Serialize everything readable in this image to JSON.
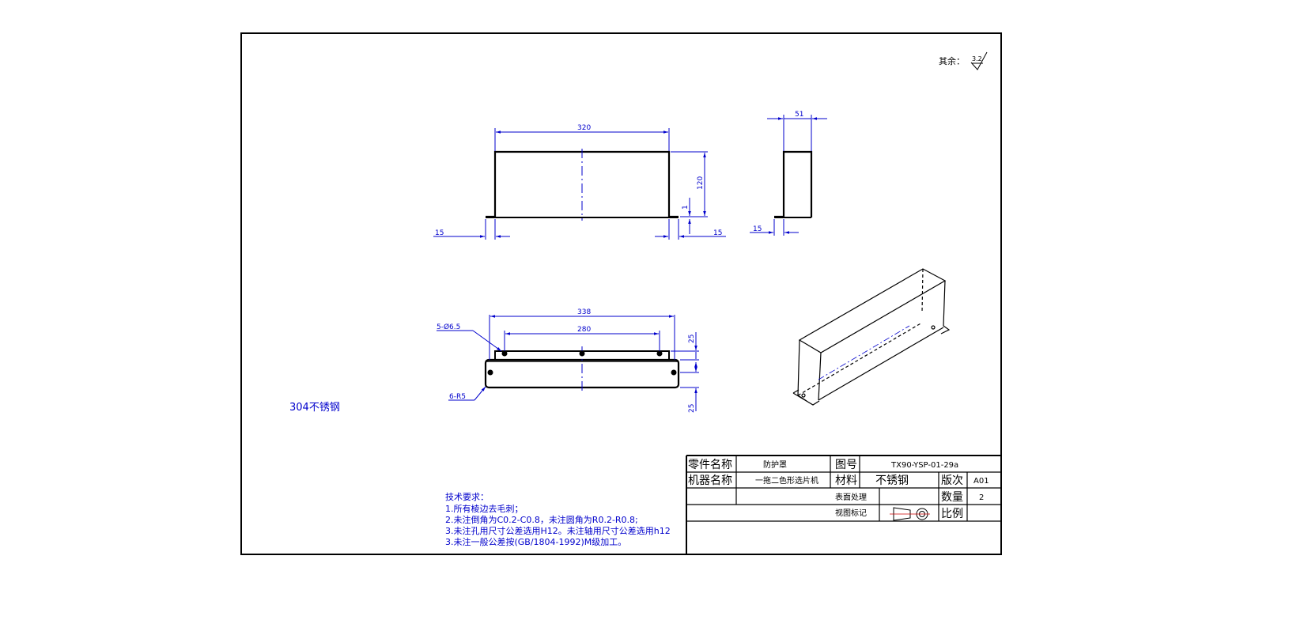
{
  "drawing": {
    "roughness_label": "其余：",
    "roughness_value": "3.2",
    "material_note": "304不锈钢",
    "front_view": {
      "width": "320",
      "height": "120",
      "flange_thickness": "1",
      "left_flange": "15",
      "right_flange": "15"
    },
    "side_view": {
      "depth": "51",
      "flange": "15"
    },
    "bottom_view": {
      "overall": "338",
      "hole_pitch": "280",
      "hole_callout": "5-Ø6.5",
      "corner_callout": "6-R5",
      "edge_top": "25",
      "edge_bottom": "25"
    },
    "tech_requirements": {
      "title": "技术要求：",
      "items": [
        "1.所有棱边去毛刺；",
        "2.未注倒角为C0.2-C0.8，未注圆角为R0.2-R0.8;",
        "3.未注孔用尺寸公差选用H12。未注轴用尺寸公差选用h12",
        "3.未注一般公差按(GB/1804-1992)M级加工。"
      ]
    }
  },
  "title_block": {
    "part_name_label": "零件名称",
    "part_name": "防护罩",
    "drawing_no_label": "图号",
    "drawing_no": "TX90-YSP-01-29a",
    "machine_name_label": "机器名称",
    "machine_name": "一拖二色形选片机",
    "material_label": "材料",
    "material": "不锈钢",
    "version_label": "版次",
    "version": "A01",
    "surface_label": "表面处理",
    "surface": "",
    "quantity_label": "数量",
    "quantity": "2",
    "view_mark_label": "视图标记",
    "scale_label": "比例",
    "scale": ""
  },
  "colors": {
    "outline": "#000000",
    "dimension": "#0000cc",
    "background": "#ffffff"
  }
}
